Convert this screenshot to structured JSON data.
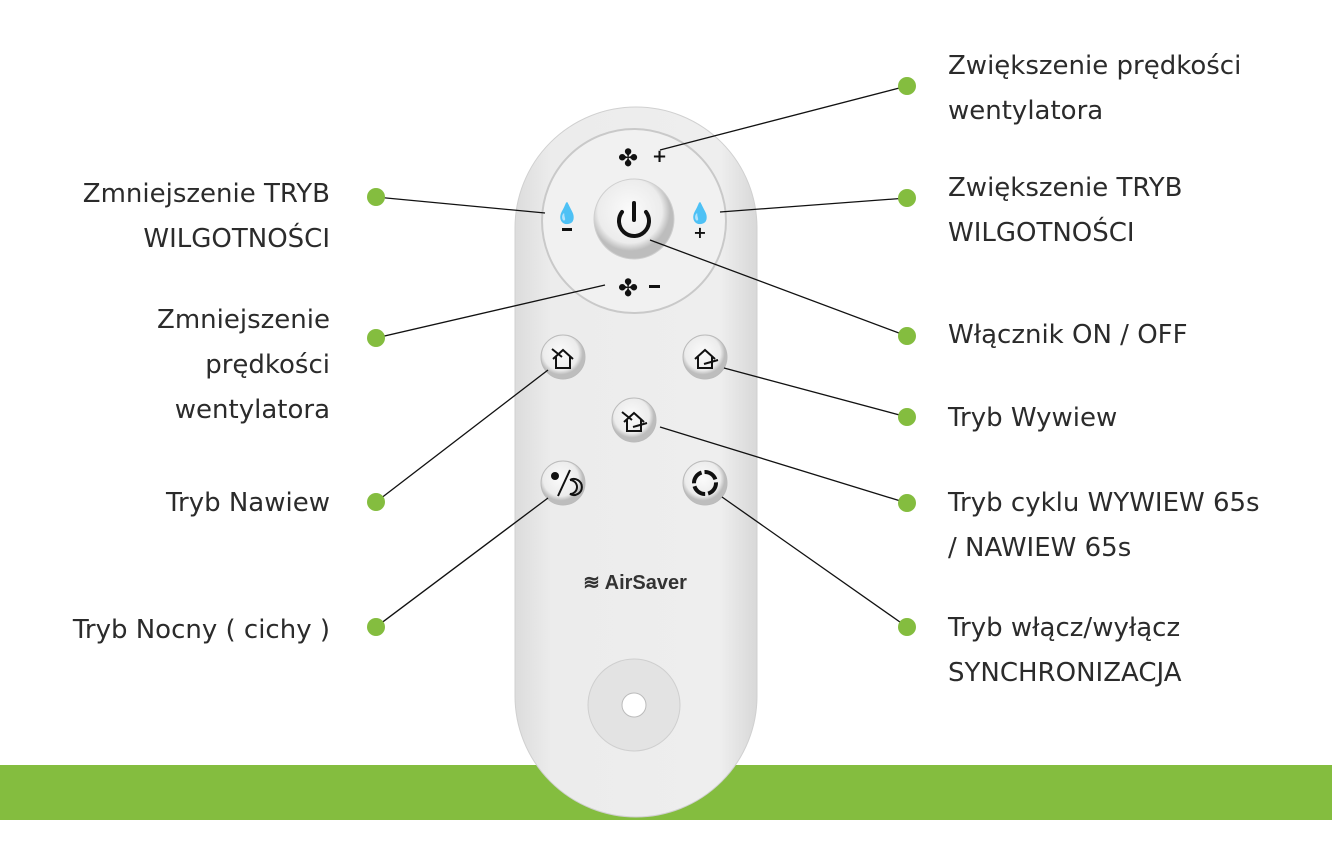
{
  "brand": {
    "logo_text": "AirSaver"
  },
  "colors": {
    "accent_green": "#84bd3f",
    "remote_body": "#e9e9e9",
    "text": "#2b2b2b"
  },
  "labels": {
    "fan_up": [
      "Zwiększenie prędkości",
      "wentylatora"
    ],
    "humidity_down": [
      "Zmniejszenie TRYB",
      "WILGOTNOŚCI"
    ],
    "humidity_up": [
      "Zwiększenie TRYB",
      "WILGOTNOŚCI"
    ],
    "fan_down": [
      "Zmniejszenie",
      "prędkości",
      "wentylatora"
    ],
    "power": [
      "Włącznik ON / OFF"
    ],
    "exhaust": [
      "Tryb Wywiew"
    ],
    "supply": [
      "Tryb Nawiew"
    ],
    "cycle": [
      "Tryb cyklu WYWIEW 65s",
      "/ NAWIEW 65s"
    ],
    "night": [
      "Tryb Nocny ( cichy )"
    ],
    "sync": [
      "Tryb włącz/wyłącz",
      "SYNCHRONIZACJA"
    ]
  }
}
